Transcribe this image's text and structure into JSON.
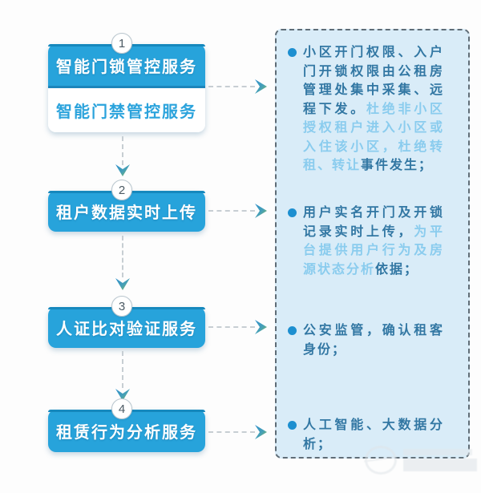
{
  "colors": {
    "card_blue": "#27a3db",
    "card_stripe": "#1688bd",
    "card_text_blue": "#2ba3dc",
    "panel_bg": "#d9ecf8",
    "panel_border": "#5f6d77",
    "text_dark": "#3277a3",
    "text_highlight": "#8accee",
    "bullet_dot": "#1d8fd0",
    "arrow_gradient_start": "#2e8fcd",
    "arrow_gradient_end": "#8abb4f"
  },
  "icons": {
    "down_arrow": "chevron-down-icon",
    "right_arrow": "chevron-right-icon",
    "bullet": "dot-icon"
  },
  "steps": [
    {
      "number": "1",
      "labels": [
        "智能门锁管控服务",
        "智能门禁管控服务"
      ]
    },
    {
      "number": "2",
      "label": "租户数据实时上传"
    },
    {
      "number": "3",
      "label": "人证比对验证服务"
    },
    {
      "number": "4",
      "label": "租赁行为分析服务"
    }
  ],
  "panel": {
    "bullets": [
      {
        "segments": [
          {
            "tone": "dark",
            "text": "小区开门权限、入户门开锁权限由公租房管理处集中采集、远程下发。"
          },
          {
            "tone": "light",
            "text": "杜绝非小区授权租户进入小区或入住该小区，杜绝转租、转让"
          },
          {
            "tone": "dark",
            "text": "事件发生；"
          }
        ]
      },
      {
        "segments": [
          {
            "tone": "dark",
            "text": "用户实名开门及开锁记录实时上传，"
          },
          {
            "tone": "light",
            "text": "为平台提供用户行为及房源状态分析"
          },
          {
            "tone": "dark",
            "text": "依据；"
          }
        ]
      },
      {
        "segments": [
          {
            "tone": "dark",
            "text": "公安监管，确认租客身份；"
          }
        ]
      },
      {
        "segments": [
          {
            "tone": "dark",
            "text": "人工智能、大数据分析；"
          }
        ]
      }
    ]
  }
}
